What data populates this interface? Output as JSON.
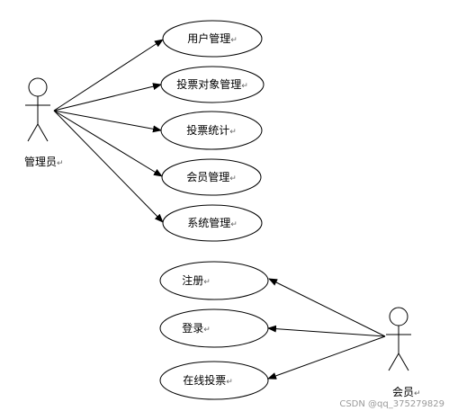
{
  "actors": {
    "admin": {
      "name": "管理员",
      "mark": "↵"
    },
    "member": {
      "name": "会员",
      "mark": "↵"
    }
  },
  "use_cases": {
    "admin": [
      {
        "label": "用户管理",
        "mark": "↵"
      },
      {
        "label": "投票对象管理",
        "mark": "↵"
      },
      {
        "label": "投票统计",
        "mark": "↵"
      },
      {
        "label": "会员管理",
        "mark": "↵"
      },
      {
        "label": "系统管理",
        "mark": "↵"
      }
    ],
    "member": [
      {
        "label": "注册",
        "mark": "↵"
      },
      {
        "label": "登录",
        "mark": "↵"
      },
      {
        "label": "在线投票",
        "mark": "↵"
      }
    ]
  },
  "watermark": "CSDN @qq_375279829"
}
